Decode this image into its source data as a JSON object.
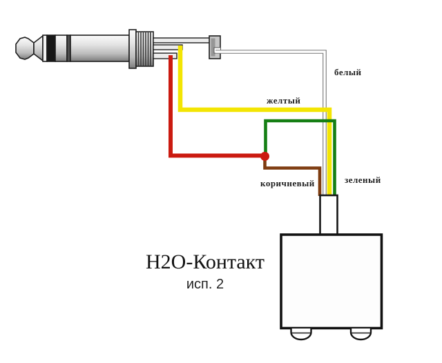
{
  "diagram": {
    "title": "Н2О-Контакт",
    "subtitle": "исп. 2"
  },
  "wire_labels": {
    "white": "белый",
    "yellow": "желтый",
    "brown": "коричневый",
    "green": "зеленый"
  },
  "colors": {
    "wire_white": "#ffffff",
    "wire_white_casing": "#757575",
    "wire_yellow": "#f3e503",
    "wire_red": "#cb1a10",
    "wire_green": "#157f14",
    "wire_brown": "#7e3c10",
    "outline": "#161616"
  },
  "icons": {
    "plug": "trs-jack-plug-illustration",
    "module": "contact-module-box"
  }
}
